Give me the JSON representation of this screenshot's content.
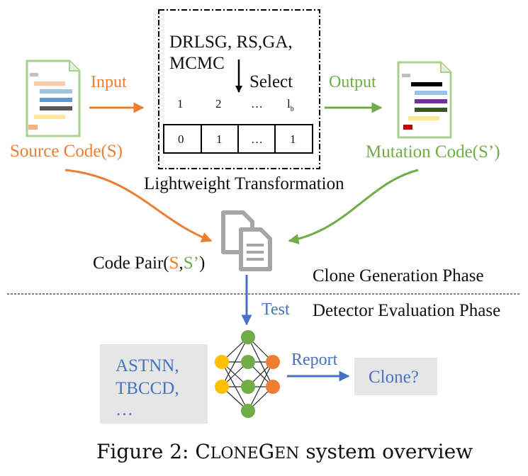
{
  "generation": {
    "algorithms_line1": "DRLSG, RS,GA,",
    "algorithms_line2": "MCMC",
    "select_label": "Select",
    "indices": [
      "1",
      "2",
      "…",
      "l"
    ],
    "index_last_sub": "b",
    "bits": [
      "0",
      "1",
      "…",
      "1"
    ],
    "transformation_label": "Lightweight Transformation",
    "input_label": "Input",
    "output_label": "Output",
    "source_label": "Source Code(S)",
    "mutation_label": "Mutation Code(S’)",
    "pair_prefix": "Code Pair(",
    "pair_s": "S",
    "pair_comma": ",",
    "pair_s2": "S’",
    "pair_suffix": ")",
    "phase_label": "Clone Generation Phase"
  },
  "evaluation": {
    "phase_label": "Detector Evaluation Phase",
    "test_label": "Test",
    "detectors": [
      "ASTNN,",
      "TBCCD,",
      "…"
    ],
    "report_label": "Report",
    "result_label": "Clone?"
  },
  "caption": {
    "prefix": "Figure 2: ",
    "name_c": "C",
    "name_lone": "LONE",
    "name_g": "G",
    "name_en": "EN",
    "suffix": " system overview"
  },
  "colors": {
    "orange": "#ed7d31",
    "green": "#70ad47",
    "blue": "#4472c4",
    "gray_box": "#e7e6e6",
    "node_yellow": "#ffc000"
  }
}
